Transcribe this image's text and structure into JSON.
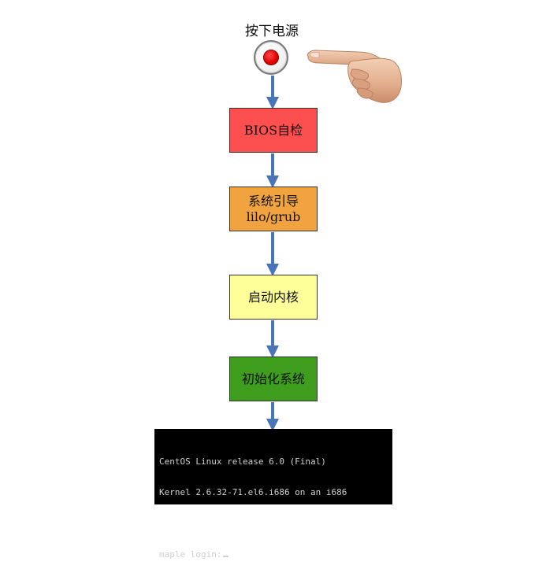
{
  "power": {
    "label": "按下电源"
  },
  "steps": [
    {
      "lines": [
        "BIOS自检"
      ],
      "color": "#fb4f50"
    },
    {
      "lines": [
        "系统引导",
        "lilo/grub"
      ],
      "color": "#f0a33f"
    },
    {
      "lines": [
        "启动内核"
      ],
      "color": "#ffff99"
    },
    {
      "lines": [
        "初始化系统"
      ],
      "color": "#3f9d1d"
    }
  ],
  "terminal": {
    "line1": "CentOS Linux release 6.0 (Final)",
    "line2": "Kernel 2.6.32-71.el6.i686 on an i686",
    "prompt": "maple login:"
  },
  "colors": {
    "arrow": "#4a74b8",
    "terminal_bg": "#000000"
  },
  "icons": {
    "power": "power-button-icon",
    "hand": "pointing-hand-icon"
  }
}
